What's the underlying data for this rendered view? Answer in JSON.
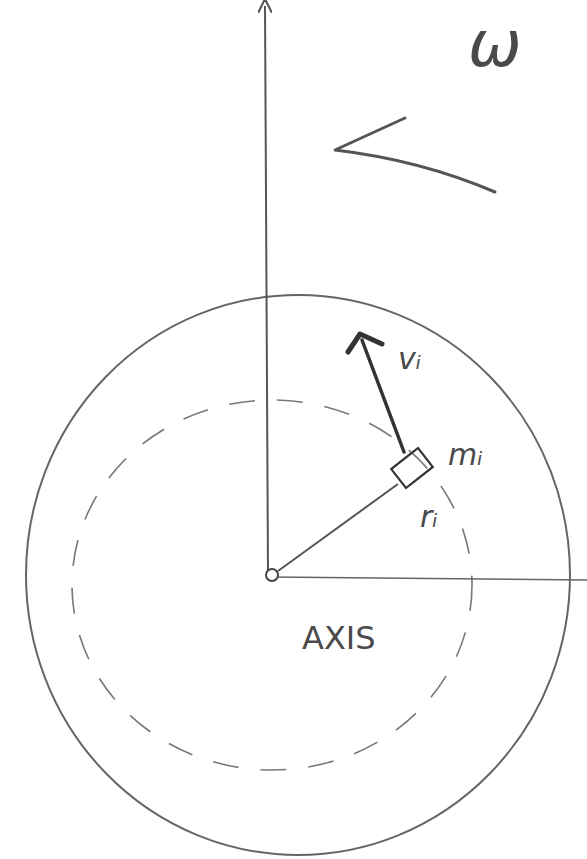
{
  "diagram": {
    "labels": [
      "ω",
      "vᵢ",
      "mᵢ",
      "rᵢ",
      "AXIS"
    ]
  }
}
